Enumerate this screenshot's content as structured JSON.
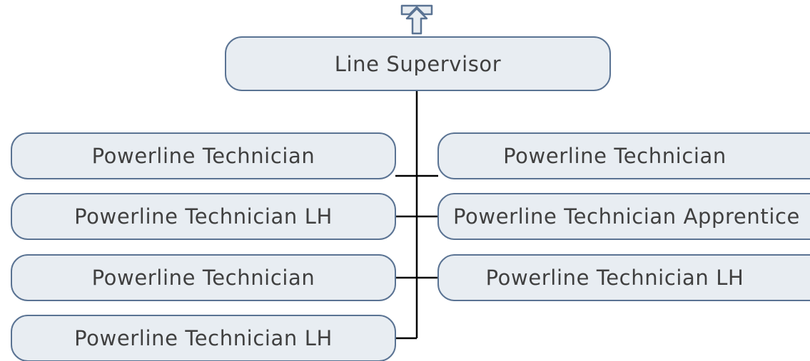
{
  "chart": {
    "colors": {
      "node_fill": "#e8edf2",
      "node_border": "#5a7393",
      "connector": "#000000",
      "text": "#404040"
    },
    "navigate_up_icon": "arrow-up-icon",
    "root": {
      "label": "Line Supervisor"
    },
    "left_column": [
      {
        "label": "Powerline Technician"
      },
      {
        "label": "Powerline Technician LH"
      },
      {
        "label": "Powerline Technician"
      },
      {
        "label": "Powerline Technician LH"
      }
    ],
    "right_column": [
      {
        "label": "Powerline Technician"
      },
      {
        "label": "Powerline Technician Apprentice"
      },
      {
        "label": "Powerline Technician LH"
      }
    ]
  }
}
